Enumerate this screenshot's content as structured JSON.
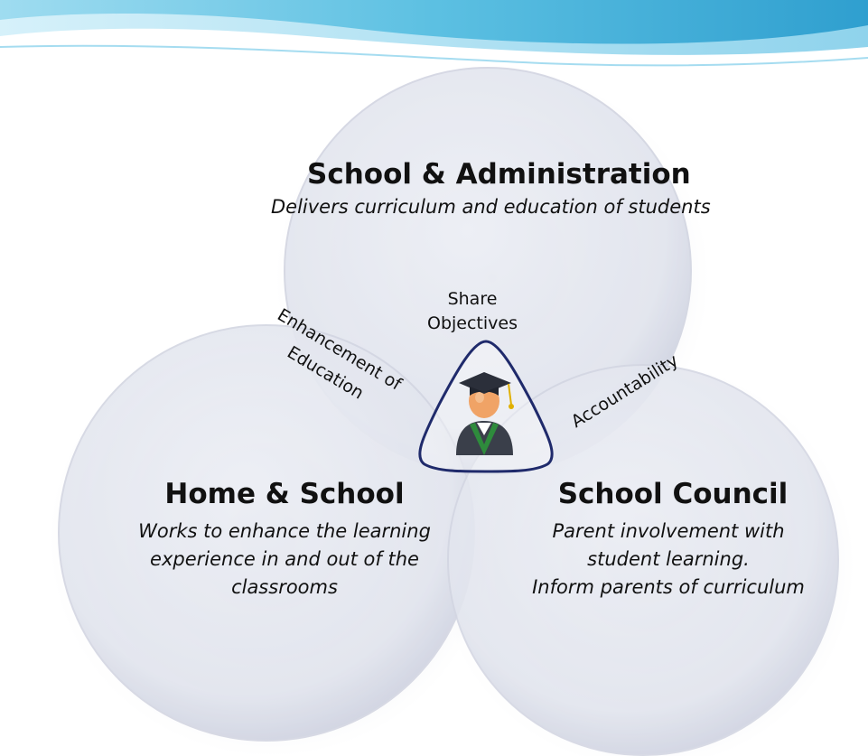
{
  "colors": {
    "circle_fill_light": "#eef0f6",
    "circle_fill_dark": "#c8ccdc",
    "triangle_stroke": "#1f2a6b",
    "banner_blue": "#4fb4d8",
    "text": "#111111"
  },
  "top_circle": {
    "title": "School & Administration",
    "description_lines": [
      "Delivers curriculum and education of students"
    ]
  },
  "left_circle": {
    "title": "Home & School",
    "description_lines": [
      "Works to enhance the learning",
      "experience in and out of the",
      "classrooms"
    ]
  },
  "right_circle": {
    "title": "School Council",
    "description_lines": [
      "Parent involvement with",
      "student learning.",
      "Inform parents of curriculum"
    ]
  },
  "relations": {
    "center_lines": [
      "Share",
      "Objectives"
    ],
    "left_lines": [
      "Enhancement of",
      "Education"
    ],
    "right": "Accountability"
  },
  "center_icon": "graduate-student-icon"
}
